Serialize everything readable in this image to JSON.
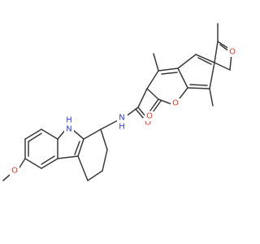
{
  "colors": {
    "bond": "#3a3a3a",
    "oxygen": "#e8351f",
    "nitrogen": "#2f3cd8",
    "carbon": "#3a3a3a"
  },
  "atom_labels": {
    "carbazole_nh": "H",
    "carbazole_nh_n": "N",
    "amide_nh_n": "N",
    "amide_nh_h": "H",
    "amide_o": "O",
    "lactone_carbonyl_o": "O",
    "lactone_ring_o": "O",
    "furan_o": "O",
    "methoxy_o": "O"
  }
}
